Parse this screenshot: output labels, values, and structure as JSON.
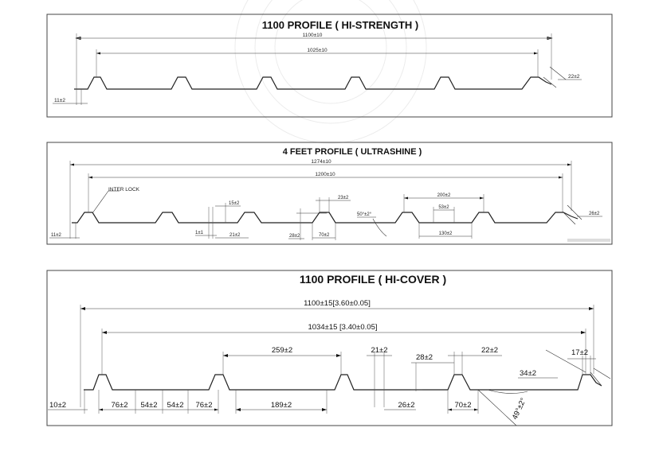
{
  "panel1": {
    "title": "1100  PROFILE  ( HI-STRENGTH )",
    "dims": {
      "overall": "1100±10",
      "cover": "1025±10",
      "height": "22±2",
      "base": "11±2"
    }
  },
  "panel2": {
    "title": "4 FEET PROFILE ( ULTRASHINE )",
    "dims": {
      "overall": "1274±10",
      "cover": "1200±10",
      "interlock": "INTER LOCK",
      "d15": "15±2",
      "d23": "23±2",
      "d200": "200±2",
      "d53": "53±2",
      "d1": "1±1",
      "d21": "21±2",
      "d28": "28±2",
      "d70": "70±2",
      "angle": "50°±2°",
      "d130": "130±2",
      "d26": "26±2",
      "base": "11±2"
    }
  },
  "panel3": {
    "title": "1100  PROFILE  ( HI-COVER )",
    "dims": {
      "overall": "1100±15[3.60±0.05]",
      "cover": "1034±15 [3.40±0.05]",
      "d259": "259±2",
      "d21": "21±2",
      "d22": "22±2",
      "d28": "28±2",
      "d17": "17±2",
      "d34": "34±2",
      "base": "10±2",
      "d76a": "76±2",
      "d54a": "54±2",
      "d54b": "54±2",
      "d76b": "76±2",
      "d189": "189±2",
      "d26": "26±2",
      "d70": "70±2",
      "angle": "49°±2°"
    }
  }
}
